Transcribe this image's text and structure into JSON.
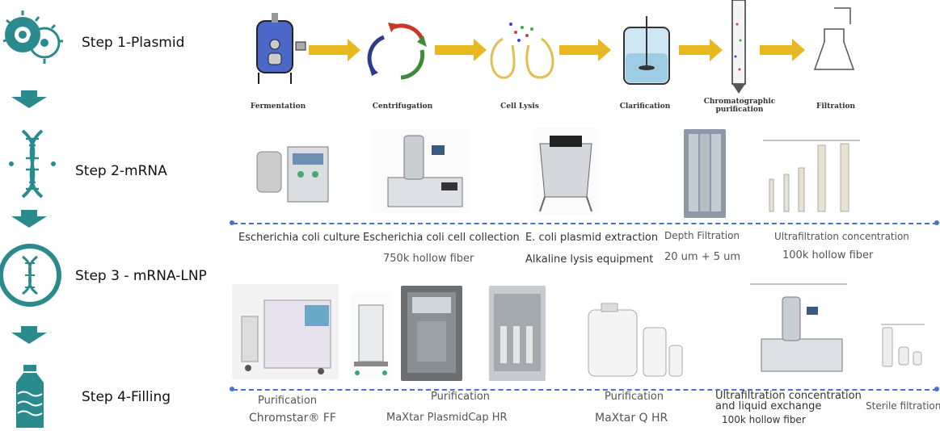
{
  "steps": [
    {
      "label": "Step 1-Plasmid"
    },
    {
      "label": "Step 2-mRNA"
    },
    {
      "label": "Step 3 - mRNA-LNP"
    },
    {
      "label": "Step 4-Filling"
    }
  ],
  "process": [
    {
      "label": "Fermentation"
    },
    {
      "label": "Centrifugation"
    },
    {
      "label": "Cell Lysis"
    },
    {
      "label": "Clarification"
    },
    {
      "label": "Chromatographic purification"
    },
    {
      "label": "Filtration"
    }
  ],
  "row1": [
    {
      "label": "Escherichia coli culture"
    },
    {
      "label": "Escherichia coli cell collection",
      "sub": "750k hollow fiber"
    },
    {
      "label": "E. coli plasmid extraction",
      "sub": "Alkaline lysis equipment"
    },
    {
      "label": "Depth Filtration",
      "sub": "20 um + 5 um"
    },
    {
      "label": "Ultrafiltration concentration",
      "sub": "100k hollow fiber"
    }
  ],
  "row2": [
    {
      "label": "Purification",
      "sub": "Chromstar® FF"
    },
    {
      "label": "Purification",
      "sub": "MaXtar PlasmidCap HR"
    },
    {
      "label": "Purification",
      "sub": "MaXtar Q HR"
    },
    {
      "label": "Ultrafiltration concentration",
      "label2": "and liquid exchange",
      "sub": "100k hollow fiber"
    },
    {
      "label": "Sterile filtration"
    }
  ],
  "colors": {
    "teal": "#2a8a8e",
    "arrow_yellow": "#e7b81f",
    "dash_blue": "#4a6fd1"
  }
}
